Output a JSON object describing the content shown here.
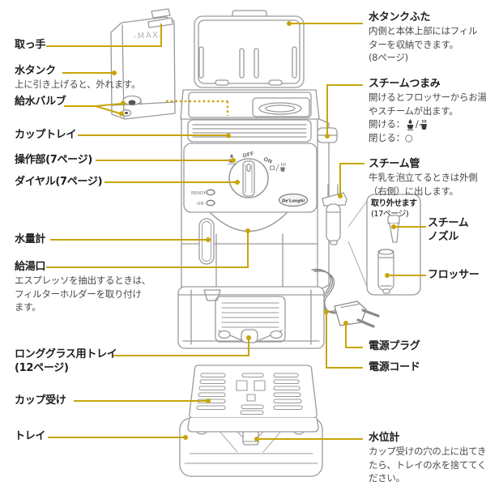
{
  "drawing": {
    "tank_max": "-MAX-",
    "dial_off": "OFF",
    "dial_on": "ON",
    "panel_ready": "READY",
    "panel_on": "ON",
    "brand_logo": "De'Longhi",
    "inset_title1": "取り外せます",
    "inset_title2": "(17ページ)"
  },
  "labels_left": {
    "handle": {
      "title": "取っ手"
    },
    "water_tank": {
      "title": "水タンク",
      "note": "上に引き上げると、外れます。"
    },
    "water_valve": {
      "title": "給水バルブ"
    },
    "cup_tray": {
      "title": "カップトレイ"
    },
    "controls": {
      "title": "操作部(7ページ)"
    },
    "dial": {
      "title": "ダイヤル(7ページ)"
    },
    "water_gauge": {
      "title": "水量計"
    },
    "hot_water_outlet": {
      "title": "給湯口",
      "note_lines": [
        "エスプレッソを抽出するときは、",
        "フィルターホルダーを取り付け",
        "ます。"
      ]
    },
    "long_glass_tray": {
      "title": "ロンググラス用トレイ",
      "title2": "(12ページ)"
    },
    "cup_stand": {
      "title": "カップ受け"
    },
    "tray": {
      "title": "トレイ"
    }
  },
  "labels_right": {
    "tank_lid": {
      "title": "水タンクふた",
      "note_lines": [
        "内側と本体上部にはフィル",
        "ターを収納できます。",
        "(8ページ)"
      ]
    },
    "steam_knob": {
      "title": "スチームつまみ",
      "note_lines": [
        "開けるとフロッサーからお湯",
        "やスチームが出ます。"
      ],
      "open_prefix": "開ける：",
      "icon_slash": "/",
      "close_text": "閉じる：○"
    },
    "steam_pipe": {
      "title": "スチーム管",
      "note_lines": [
        "牛乳を泡立てるときは外側",
        "（右側）に出します。"
      ]
    },
    "steam_nozzle": {
      "title_line1": "スチーム",
      "title_line2": "ノズル"
    },
    "frother": {
      "title": "フロッサー"
    },
    "power_plug": {
      "title": "電源プラグ"
    },
    "power_cord": {
      "title": "電源コード"
    },
    "water_level": {
      "title": "水位計",
      "note_lines": [
        "カップ受けの穴の上に出てき",
        "たら、トレイの水を捨ててく",
        "ださい。"
      ]
    }
  },
  "colors": {
    "pointer": "#c7a50a",
    "outline": "#9a9a9a",
    "title_text": "#1d1d1d",
    "note_text": "#4a4a4a"
  }
}
